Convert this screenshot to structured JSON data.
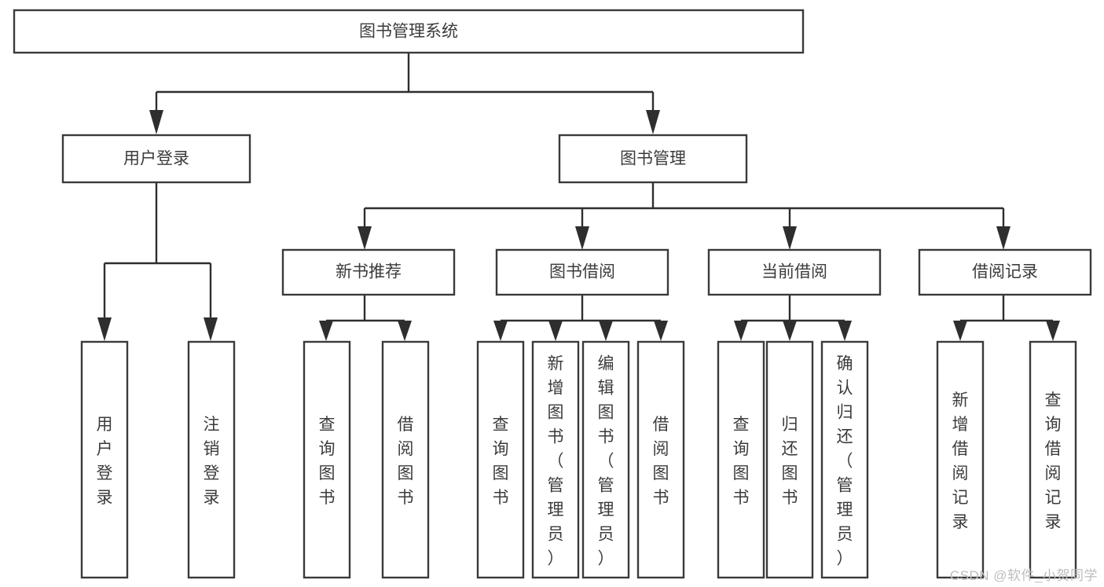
{
  "diagram": {
    "title": "图书管理系统",
    "type": "tree-hierarchy",
    "watermark": "CSDN @软件_小贺同学",
    "colors": {
      "background": "#ffffff",
      "box_stroke": "#3a3a3a",
      "connector": "#2e2e2e",
      "text": "#3b3b3b",
      "watermark": "#bdbdbd"
    },
    "root": {
      "id": "root",
      "label": "图书管理系统",
      "orientation": "horizontal"
    },
    "level1": [
      {
        "id": "user-login",
        "label": "用户登录",
        "orientation": "horizontal"
      },
      {
        "id": "book-management",
        "label": "图书管理",
        "orientation": "horizontal"
      }
    ],
    "level2": [
      {
        "id": "new-book-recommend",
        "label": "新书推荐",
        "parent": "book-management",
        "orientation": "horizontal"
      },
      {
        "id": "book-borrow",
        "label": "图书借阅",
        "parent": "book-management",
        "orientation": "horizontal"
      },
      {
        "id": "current-borrow",
        "label": "当前借阅",
        "parent": "book-management",
        "orientation": "horizontal"
      },
      {
        "id": "borrow-record",
        "label": "借阅记录",
        "parent": "book-management",
        "orientation": "horizontal"
      }
    ],
    "leaves": [
      {
        "id": "leaf-user-login",
        "label": "用户登录",
        "parent": "user-login",
        "orientation": "vertical"
      },
      {
        "id": "leaf-logout-login",
        "label": "注销登录",
        "parent": "user-login",
        "orientation": "vertical"
      },
      {
        "id": "leaf-query-book-recommend",
        "label": "查询图书",
        "parent": "new-book-recommend",
        "orientation": "vertical"
      },
      {
        "id": "leaf-borrow-book-recommend",
        "label": "借阅图书",
        "parent": "new-book-recommend",
        "orientation": "vertical"
      },
      {
        "id": "leaf-query-book-borrow",
        "label": "查询图书",
        "parent": "book-borrow",
        "orientation": "vertical"
      },
      {
        "id": "leaf-add-book-admin",
        "label": "新增图书（管理员）",
        "parent": "book-borrow",
        "orientation": "vertical"
      },
      {
        "id": "leaf-edit-book-admin",
        "label": "编辑图书（管理员）",
        "parent": "book-borrow",
        "orientation": "vertical"
      },
      {
        "id": "leaf-borrow-book",
        "label": "借阅图书",
        "parent": "book-borrow",
        "orientation": "vertical"
      },
      {
        "id": "leaf-query-book-current",
        "label": "查询图书",
        "parent": "current-borrow",
        "orientation": "vertical"
      },
      {
        "id": "leaf-return-book",
        "label": "归还图书",
        "parent": "current-borrow",
        "orientation": "vertical"
      },
      {
        "id": "leaf-confirm-return-admin",
        "label": "确认归还（管理员）",
        "parent": "current-borrow",
        "orientation": "vertical"
      },
      {
        "id": "leaf-add-borrow-record",
        "label": "新增借阅记录",
        "parent": "borrow-record",
        "orientation": "vertical"
      },
      {
        "id": "leaf-query-borrow-record",
        "label": "查询借阅记录",
        "parent": "borrow-record",
        "orientation": "vertical"
      }
    ]
  },
  "chart_data": {
    "type": "table",
    "title": "图书管理系统 功能结构图",
    "nodes": [
      {
        "level": 0,
        "label": "图书管理系统",
        "parent": null
      },
      {
        "level": 1,
        "label": "用户登录",
        "parent": "图书管理系统"
      },
      {
        "level": 1,
        "label": "图书管理",
        "parent": "图书管理系统"
      },
      {
        "level": 2,
        "label": "用户登录",
        "parent": "用户登录"
      },
      {
        "level": 2,
        "label": "注销登录",
        "parent": "用户登录"
      },
      {
        "level": 2,
        "label": "新书推荐",
        "parent": "图书管理"
      },
      {
        "level": 2,
        "label": "图书借阅",
        "parent": "图书管理"
      },
      {
        "level": 2,
        "label": "当前借阅",
        "parent": "图书管理"
      },
      {
        "level": 2,
        "label": "借阅记录",
        "parent": "图书管理"
      },
      {
        "level": 3,
        "label": "查询图书",
        "parent": "新书推荐"
      },
      {
        "level": 3,
        "label": "借阅图书",
        "parent": "新书推荐"
      },
      {
        "level": 3,
        "label": "查询图书",
        "parent": "图书借阅"
      },
      {
        "level": 3,
        "label": "新增图书（管理员）",
        "parent": "图书借阅"
      },
      {
        "level": 3,
        "label": "编辑图书（管理员）",
        "parent": "图书借阅"
      },
      {
        "level": 3,
        "label": "借阅图书",
        "parent": "图书借阅"
      },
      {
        "level": 3,
        "label": "查询图书",
        "parent": "当前借阅"
      },
      {
        "level": 3,
        "label": "归还图书",
        "parent": "当前借阅"
      },
      {
        "level": 3,
        "label": "确认归还（管理员）",
        "parent": "当前借阅"
      },
      {
        "level": 3,
        "label": "新增借阅记录",
        "parent": "借阅记录"
      },
      {
        "level": 3,
        "label": "查询借阅记录",
        "parent": "借阅记录"
      }
    ]
  }
}
